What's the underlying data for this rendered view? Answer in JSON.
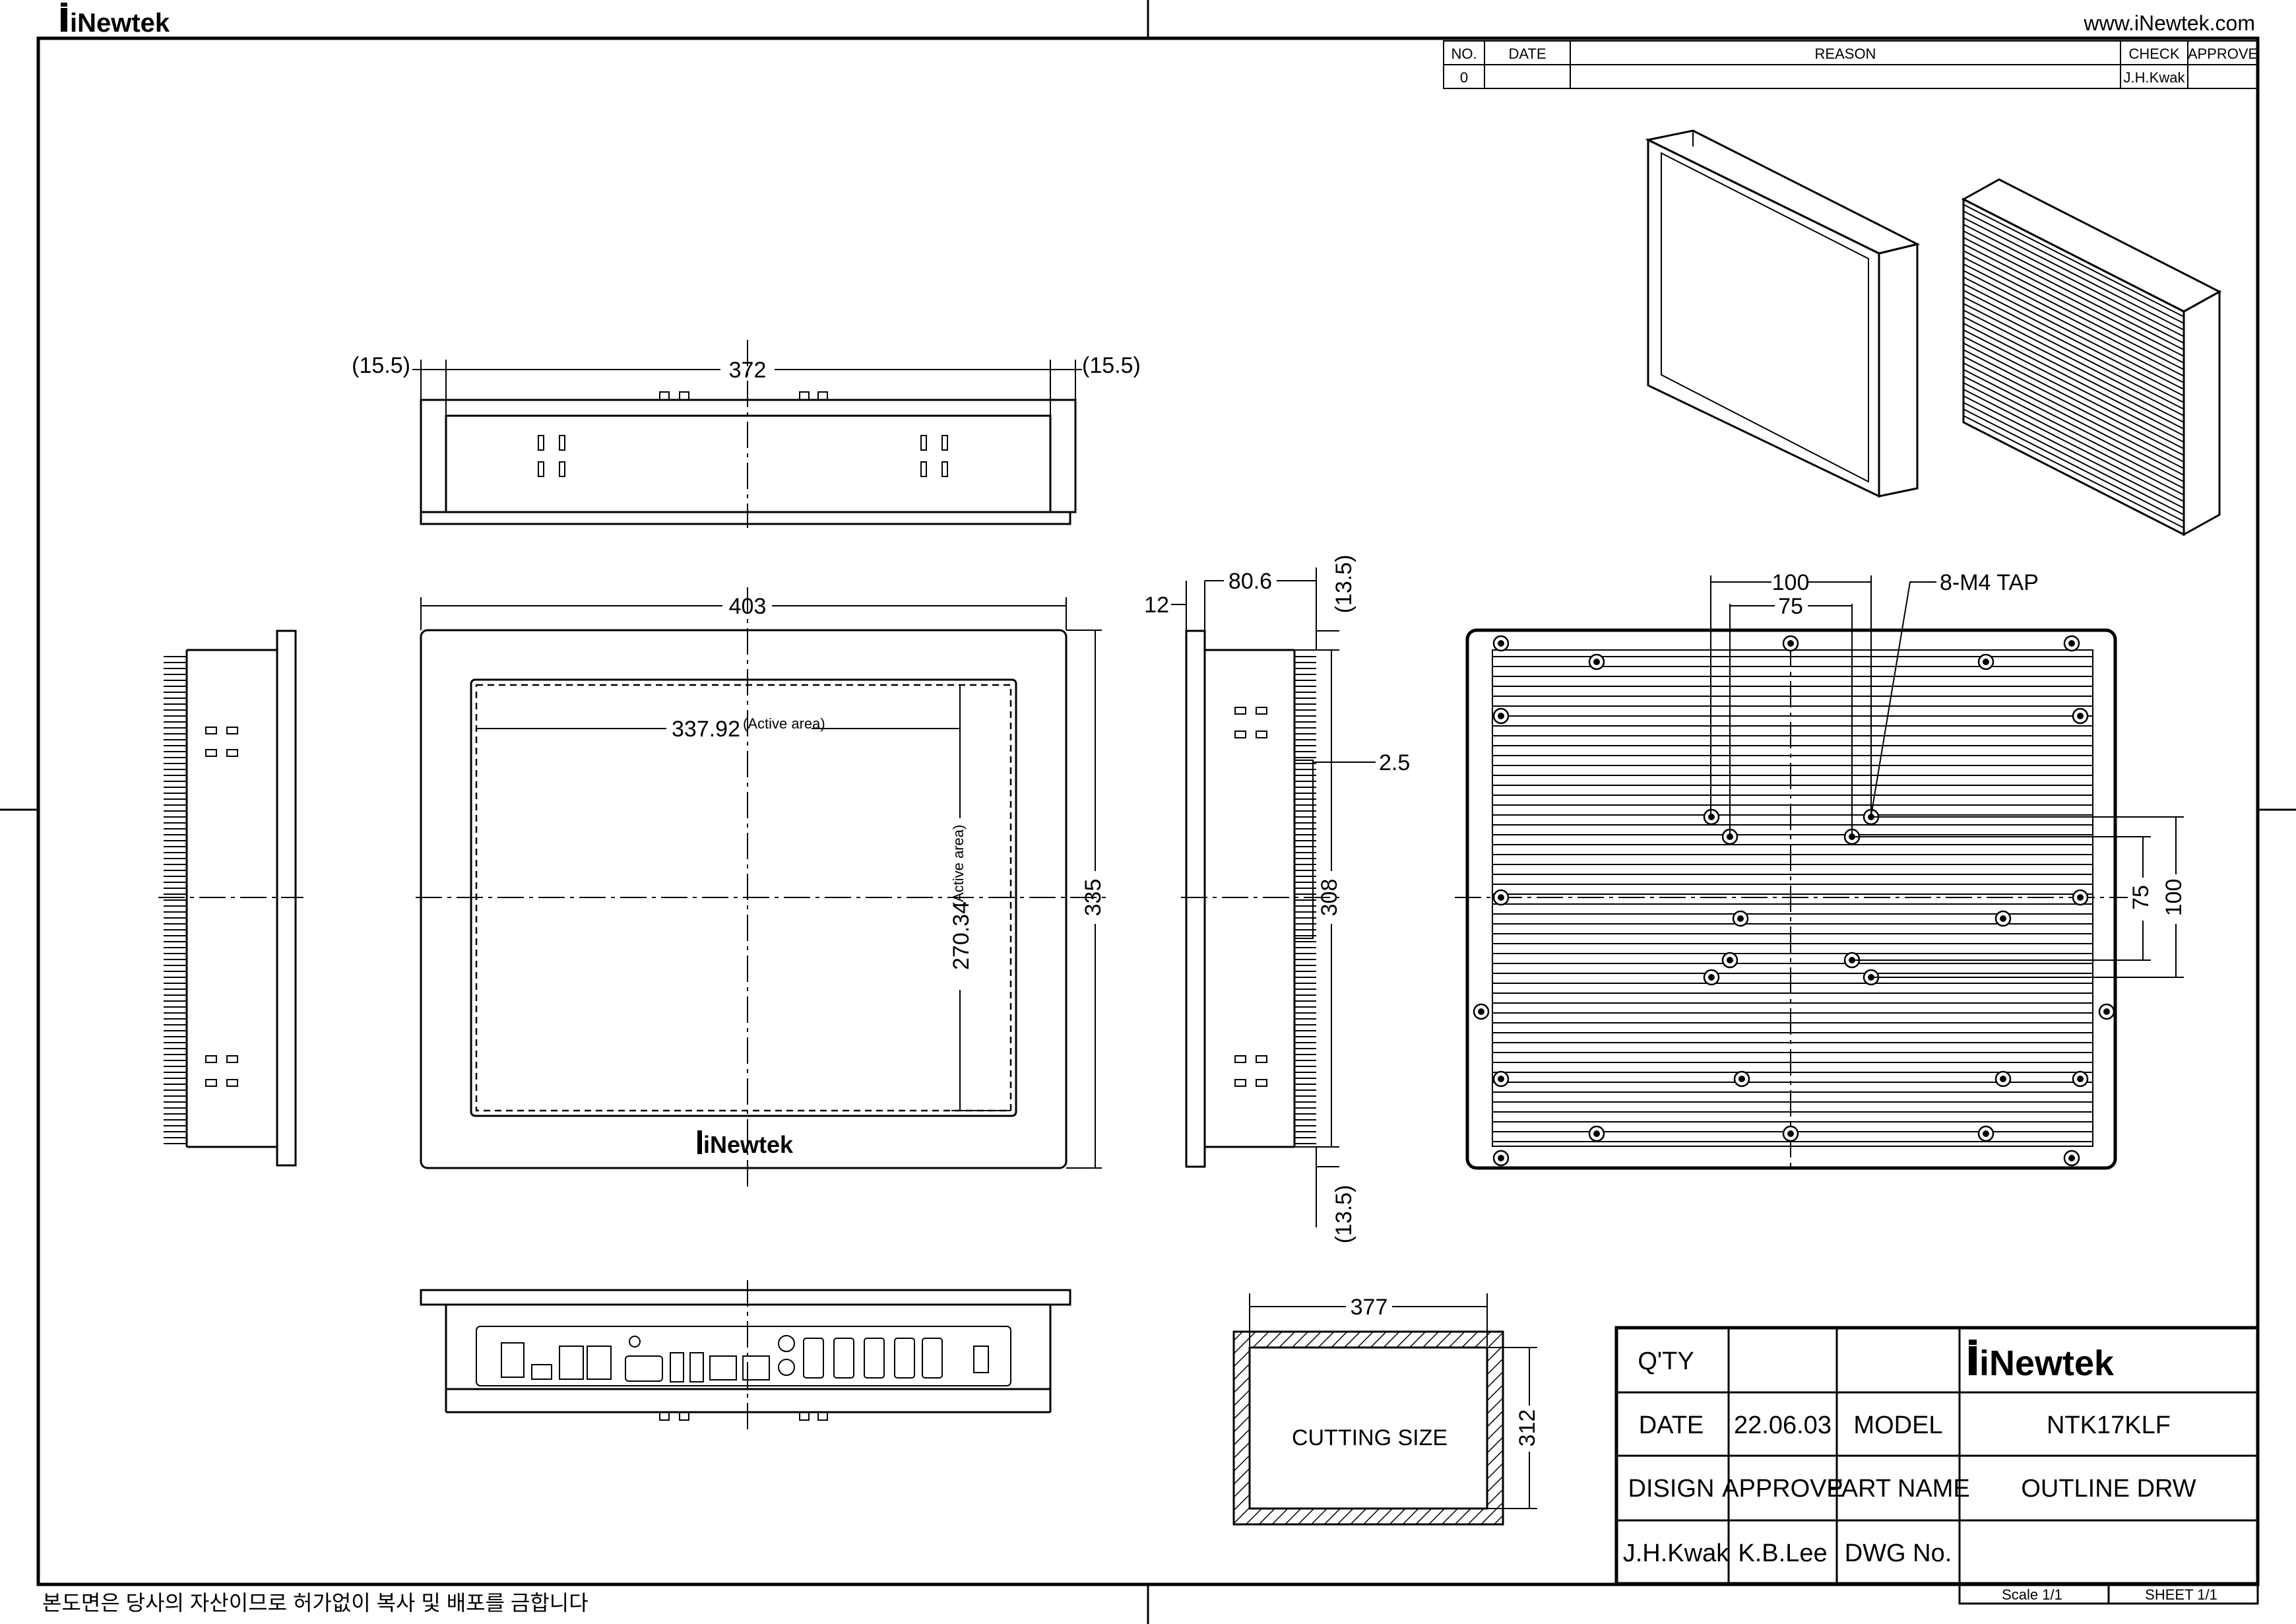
{
  "brand": {
    "logo_text": "iNewtek",
    "website": "www.iNewtek.com"
  },
  "revision_table": {
    "headers": [
      "NO.",
      "DATE",
      "REASON",
      "CHECK",
      "APPROVE"
    ],
    "rows": [
      [
        "0",
        "",
        "",
        "J.H.Kwak",
        ""
      ]
    ]
  },
  "dimensions": {
    "top_view": {
      "width": "372",
      "left_offset": "(15.5)",
      "right_offset": "(15.5)"
    },
    "front_view": {
      "width": "403",
      "height": "335",
      "active_w": "337.92",
      "active_h": "270.34",
      "active_label": "(Active area)"
    },
    "side_view": {
      "depth": "80.6",
      "bezel": "12",
      "top_offset": "(13.5)",
      "bottom_offset": "(13.5)",
      "height": "308",
      "step": "2.5"
    },
    "rear_view": {
      "vesa_outer_h": "100",
      "vesa_inner_h": "75",
      "tap_label": "8-M4 TAP",
      "vesa_inner_v": "75",
      "vesa_outer_v": "100"
    },
    "cutout": {
      "width": "377",
      "height": "312",
      "label": "CUTTING SIZE"
    }
  },
  "title_block": {
    "qty_label": "Q'TY",
    "date_label": "DATE",
    "date_value": "22.06.03",
    "model_label": "MODEL",
    "model_value": "NTK17KLF",
    "design_label": "DISIGN",
    "approve_label": "APPROVE",
    "part_name_label": "PART NAME",
    "part_name_value": "OUTLINE DRW",
    "designer": "J.H.Kwak",
    "approver": "K.B.Lee",
    "dwg_label": "DWG No.",
    "scale": "Scale  1/1",
    "sheet": "SHEET  1/1"
  },
  "footer_notice": "본도면은 당사의 자산이므로 허가없이 복사 및 배포를 금합니다"
}
